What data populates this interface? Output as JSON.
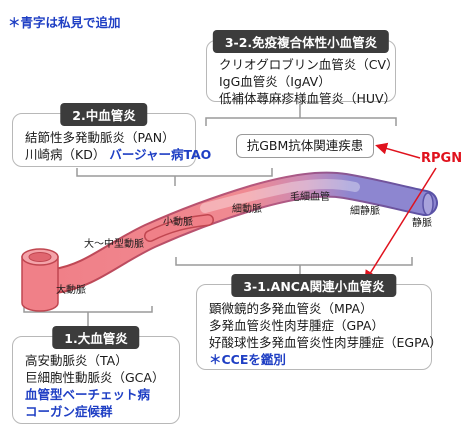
{
  "note": "＊青字は私見で追加",
  "box_immune": {
    "title": "3-2.免疫複合体性小血管炎",
    "lines": [
      "クリオグロブリン血管炎（CV）",
      "IgG血管炎（IgAV）",
      "低補体蕁麻疹様血管炎（HUV）"
    ]
  },
  "box_medium": {
    "title": "2.中血管炎",
    "line1": "結節性多発動脈炎（PAN）",
    "line2_black": "川崎病（KD）",
    "line2_blue": "バージャー病TAO"
  },
  "gbm_label": "抗GBM抗体関連疾患",
  "rpgn_label": "RPGN",
  "vessels": {
    "large_artery": "大動脈",
    "medium_artery": "大〜中型動脈",
    "small_artery": "小動脈",
    "arteriole": "細動脈",
    "capillary": "毛細血管",
    "venule": "細静脈",
    "vein": "静脈"
  },
  "box_anca": {
    "title": "3-1.ANCA関連小血管炎",
    "lines": [
      "顕微鏡的多発血管炎（MPA）",
      "多発血管炎性肉芽腫症（GPA）",
      "好酸球性多発血管炎性肉芽腫症（EGPA）"
    ],
    "blue_line": "＊CCEを鑑別"
  },
  "box_large": {
    "title": "1.大血管炎",
    "lines": [
      "高安動脈炎（TA）",
      "巨細胞性動脈炎（GCA）"
    ],
    "blue_lines": [
      "血管型ベーチェット病",
      "コーガン症候群"
    ]
  },
  "colors": {
    "artery_fill": "#f08088",
    "artery_stroke": "#c04650",
    "vein_fill": "#8d86d0",
    "vein_stroke": "#5a52a6",
    "bracket": "#9a9a9a",
    "accent_red": "#e0121d",
    "note_blue": "#1f3fc4",
    "title_bg": "#3c3c3c"
  }
}
